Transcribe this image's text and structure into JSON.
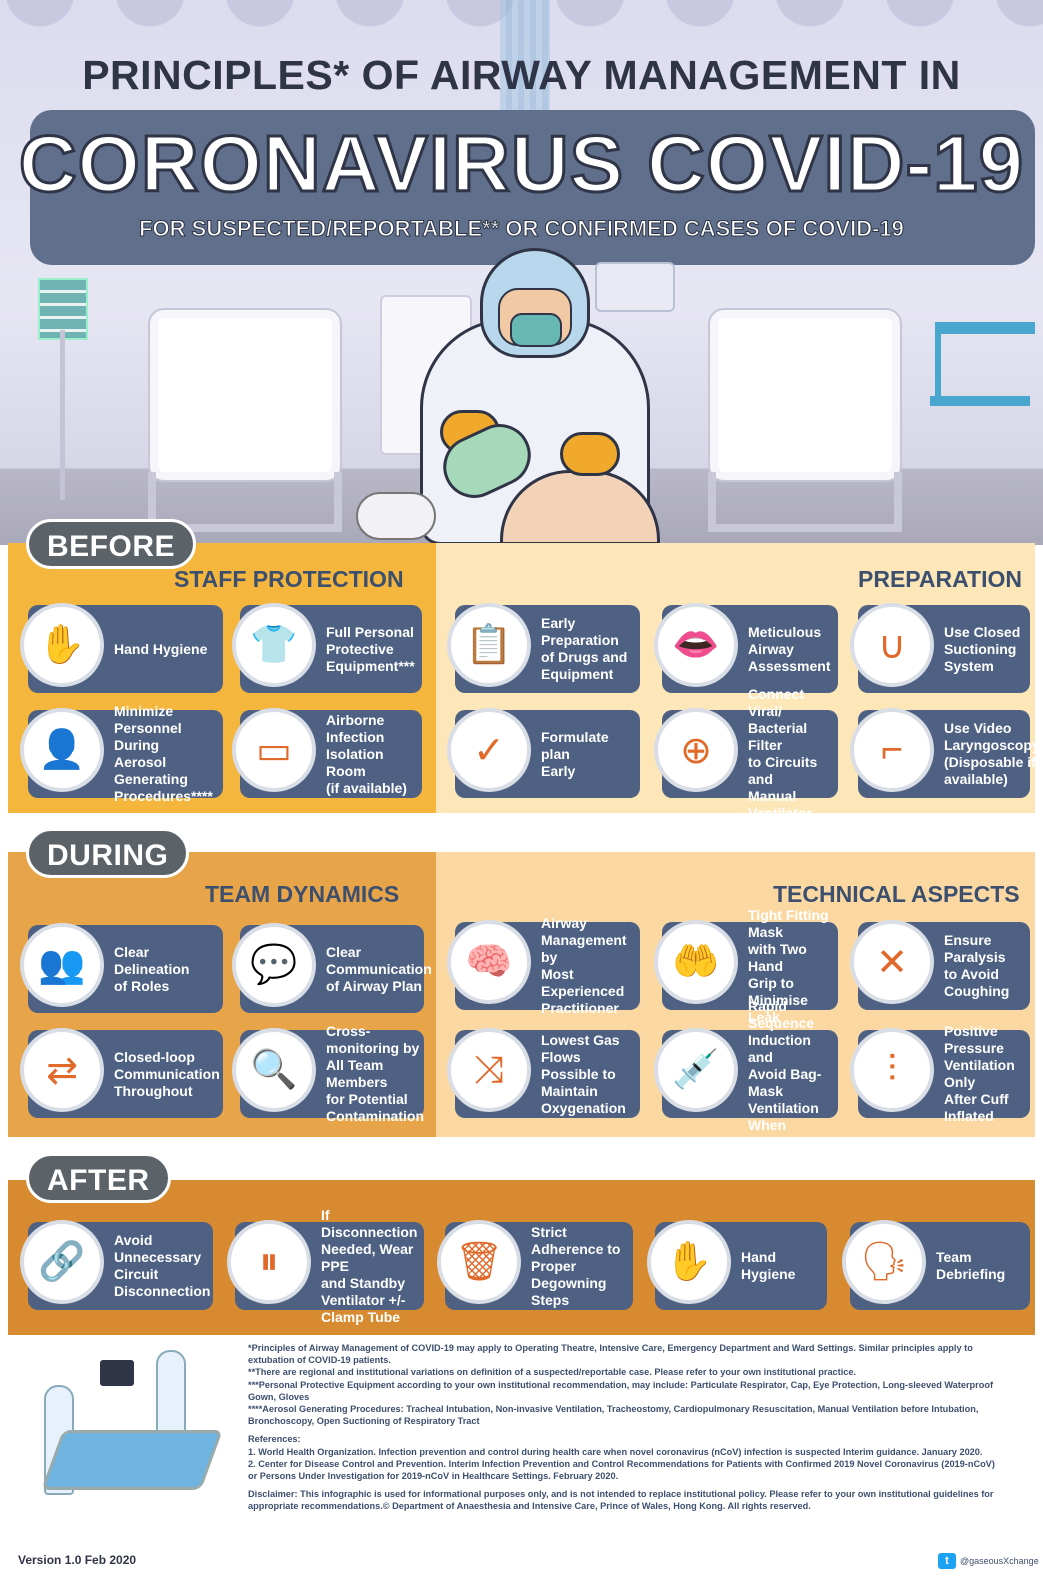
{
  "header": {
    "line1": "PRINCIPLES* OF AIRWAY MANAGEMENT IN",
    "line2": "CORONAVIRUS COVID-19",
    "line3": "FOR SUSPECTED/REPORTABLE** OR CONFIRMED CASES OF COVID-19"
  },
  "colors": {
    "card_bg": "#4e6183",
    "icon_accent": "#e1692a",
    "before_left": "#f4b63c",
    "before_right": "#fde7b8",
    "during_left": "#e8a449",
    "during_right": "#fbd8a2",
    "after_bg": "#d88a30",
    "phase_pill": "#5b6268"
  },
  "before": {
    "label": "BEFORE",
    "staff_protection": {
      "title": "STAFF PROTECTION",
      "items": [
        {
          "icon": "hand-wash-icon",
          "glyph": "✋",
          "lines": [
            "Hand Hygiene"
          ]
        },
        {
          "icon": "ppe-suit-icon",
          "glyph": "👕",
          "lines": [
            "Full Personal",
            "Protective",
            "Equipment***"
          ]
        },
        {
          "icon": "personnel-icon",
          "glyph": "👤",
          "lines": [
            "Minimize",
            "Personnel During",
            "Aerosol Generating",
            "Procedures****"
          ]
        },
        {
          "icon": "isolation-room-icon",
          "glyph": "▭",
          "lines": [
            "Airborne Infection",
            "Isolation Room",
            "(if available)"
          ]
        }
      ]
    },
    "preparation": {
      "title": "PREPARATION",
      "items": [
        {
          "icon": "drugs-equipment-icon",
          "glyph": "📋",
          "lines": [
            "Early Preparation",
            "of Drugs and",
            "Equipment"
          ]
        },
        {
          "icon": "mouth-icon",
          "glyph": "👄",
          "lines": [
            "Meticulous",
            "Airway",
            "Assessment"
          ]
        },
        {
          "icon": "suction-icon",
          "glyph": "∪",
          "lines": [
            "Use Closed",
            "Suctioning",
            "System"
          ]
        },
        {
          "icon": "plan-checklist-icon",
          "glyph": "✓",
          "lines": [
            "Formulate plan",
            "Early"
          ]
        },
        {
          "icon": "filter-icon",
          "glyph": "⊕",
          "lines": [
            "Connect Viral/",
            "Bacterial Filter",
            "to Circuits and",
            "Manual",
            "Ventilator"
          ]
        },
        {
          "icon": "laryngoscope-icon",
          "glyph": "⌐",
          "lines": [
            "Use Video",
            "Laryngoscopy",
            "(Disposable if",
            "available)"
          ]
        }
      ]
    }
  },
  "during": {
    "label": "DURING",
    "team_dynamics": {
      "title": "TEAM DYNAMICS",
      "items": [
        {
          "icon": "roles-icon",
          "glyph": "👥",
          "lines": [
            "Clear Delineation",
            "of Roles"
          ]
        },
        {
          "icon": "speech-bubbles-icon",
          "glyph": "💬",
          "lines": [
            "Clear",
            "Communication",
            "of Airway Plan"
          ]
        },
        {
          "icon": "closed-loop-icon",
          "glyph": "⇄",
          "lines": [
            "Closed-loop",
            "Communication",
            "Throughout"
          ]
        },
        {
          "icon": "magnifier-eye-icon",
          "glyph": "🔍",
          "lines": [
            "Cross-monitoring by",
            "All Team Members",
            "for Potential",
            "Contamination"
          ]
        }
      ]
    },
    "technical_aspects": {
      "title": "TECHNICAL ASPECTS",
      "items": [
        {
          "icon": "brain-head-icon",
          "glyph": "🧠",
          "lines": [
            "Airway",
            "Management by",
            "Most Experienced",
            "Practitioner"
          ]
        },
        {
          "icon": "mask-grip-icon",
          "glyph": "🤲",
          "lines": [
            "Tight Fitting Mask",
            "with Two Hand",
            "Grip to Minimise",
            "Leak"
          ]
        },
        {
          "icon": "paralysis-icon",
          "glyph": "✕",
          "lines": [
            "Ensure Paralysis",
            "to Avoid",
            "Coughing"
          ]
        },
        {
          "icon": "gas-flow-icon",
          "glyph": "⤨",
          "lines": [
            "Lowest Gas Flows",
            "Possible to",
            "Maintain",
            "Oxygenation"
          ]
        },
        {
          "icon": "syringe-icon",
          "glyph": "💉",
          "lines": [
            "Rapid Sequence",
            "Induction and",
            "Avoid Bag-Mask",
            "Ventilation",
            "When Possible"
          ]
        },
        {
          "icon": "cuff-tube-icon",
          "glyph": "⫶",
          "lines": [
            "Positive Pressure",
            "Ventilation Only",
            "After Cuff",
            "Inflated"
          ]
        }
      ]
    }
  },
  "after": {
    "label": "AFTER",
    "items": [
      {
        "icon": "chain-link-icon",
        "glyph": "🔗",
        "lines": [
          "Avoid Unnecessary",
          "Circuit",
          "Disconnection"
        ]
      },
      {
        "icon": "ventilator-clamp-icon",
        "glyph": "⏸",
        "lines": [
          "If Disconnection",
          "Needed, Wear PPE",
          "and Standby",
          "Ventilator +/-",
          "Clamp Tube"
        ]
      },
      {
        "icon": "degowning-icon",
        "glyph": "🗑",
        "lines": [
          "Strict Adherence to",
          "Proper Degowning",
          "Steps"
        ]
      },
      {
        "icon": "hand-wash-icon",
        "glyph": "✋",
        "lines": [
          "Hand Hygiene"
        ]
      },
      {
        "icon": "team-debriefing-icon",
        "glyph": "🗣",
        "lines": [
          "Team Debriefing"
        ]
      }
    ]
  },
  "footer": {
    "notes": [
      "*Principles of Airway Management of COVID-19 may apply to Operating Theatre, Intensive Care, Emergency Department and Ward Settings. Similar principles apply to extubation of COVID-19 patients.",
      "**There are regional and institutional variations on definition of a suspected/reportable case. Please refer to your own institutional practice.",
      "***Personal Protective Equipment according to your own institutional recommendation, may include: Particulate Respirator, Cap, Eye Protection, Long-sleeved Waterproof Gown, Gloves",
      "****Aerosol Generating Procedures: Tracheal Intubation, Non-invasive Ventilation, Tracheostomy, Cardiopulmonary Resuscitation, Manual Ventilation before Intubation, Bronchoscopy, Open Suctioning of Respiratory Tract"
    ],
    "references_title": "References:",
    "references": [
      "1. World Health Organization. Infection prevention and control during health care when novel coronavirus (nCoV) infection is suspected Interim guidance. January 2020.",
      "2. Center for Disease Control and Prevention. Interim Infection Prevention and Control Recommendations for Patients with Confirmed 2019 Novel Coronavirus (2019-nCoV) or Persons Under Investigation for 2019-nCoV in Healthcare Settings. February 2020."
    ],
    "disclaimer": "Disclaimer: This infographic is used for informational purposes only, and is not intended to replace institutional policy. Please refer to your own institutional guidelines for appropriate recommendations.© Department of Anaesthesia and Intensive Care, Prince of Wales, Hong Kong. All rights reserved.",
    "version": "Version 1.0 Feb 2020",
    "twitter_handle": "@gaseousXchange"
  }
}
